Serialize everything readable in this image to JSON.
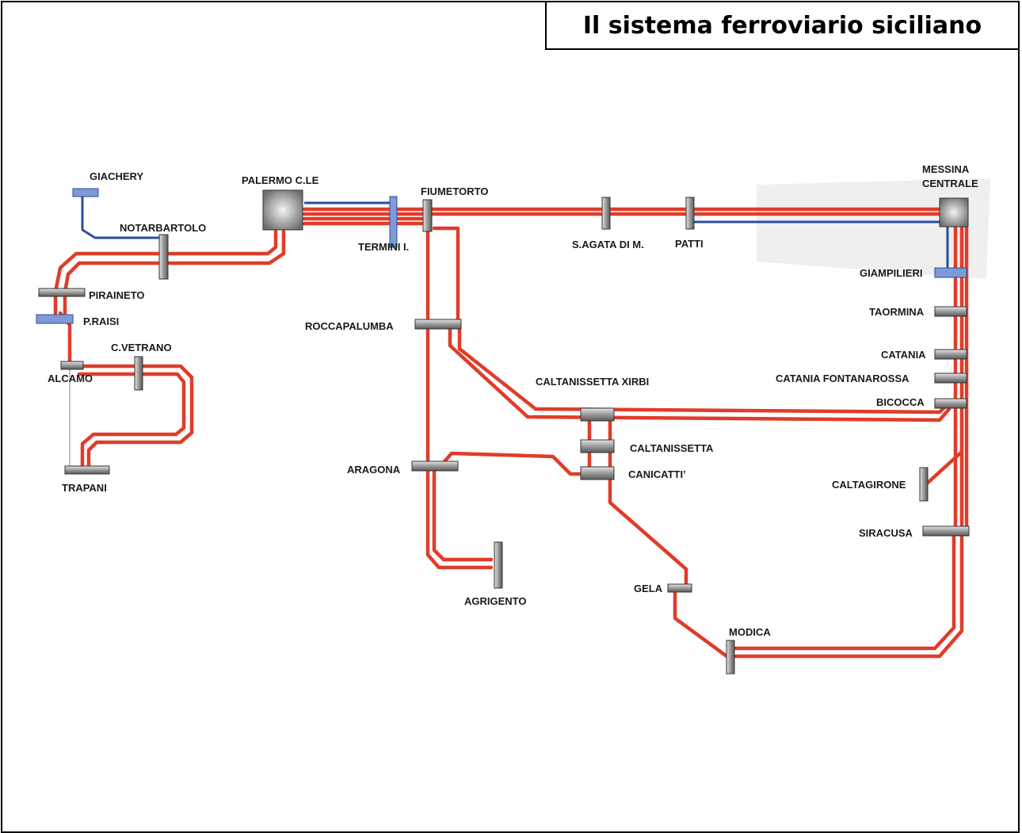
{
  "title": "Il sistema ferroviario siciliano",
  "colors": {
    "rail": "#e03c2a",
    "branch": "#2a4da0",
    "station": "#9a9a9a",
    "station_blue": "#7f9ad4",
    "zone": "#efefef"
  },
  "stations": {
    "giachery": "GIACHERY",
    "palermo": "PALERMO C.LE",
    "fiumetorto": "FIUMETORTO",
    "messina_1": "MESSINA",
    "messina_2": "CENTRALE",
    "notarbartolo": "NOTARBARTOLO",
    "termini": "TERMINI I.",
    "sagata": "S.AGATA DI M.",
    "patti": "PATTI",
    "giampilieri": "GIAMPILIERI",
    "piraineto": "PIRAINETO",
    "praisi": "P.RAISI",
    "roccapalumba": "ROCCAPALUMBA",
    "taormina": "TAORMINA",
    "cvetrano": "C.VETRANO",
    "alcamo": "ALCAMO",
    "catania": "CATANIA",
    "catania_f": "CATANIA FONTANAROSSA",
    "xirbi": "CALTANISSETTA XIRBI",
    "bicocca": "BICOCCA",
    "caltanissetta": "CALTANISSETTA",
    "aragona": "ARAGONA",
    "canicatti": "CANICATTI’",
    "trapani": "TRAPANI",
    "caltagirone": "CALTAGIRONE",
    "siracusa": "SIRACUSA",
    "gela": "GELA",
    "agrigento": "AGRIGENTO",
    "modica": "MODICA"
  }
}
